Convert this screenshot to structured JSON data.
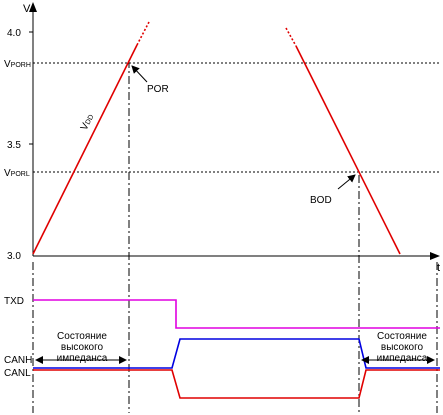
{
  "axes": {
    "y_label": "V",
    "x_label": "t",
    "tick_40": "4.0",
    "tick_35": "3.5",
    "tick_30": "3.0",
    "porh_main": "V",
    "porh_sub": "PORH",
    "porl_main": "V",
    "porl_sub": "PORL"
  },
  "labels": {
    "vdd_main": "V",
    "vdd_sub": "DD",
    "por": "POR",
    "bod": "BOD",
    "txd": "TXD",
    "canh": "CANH",
    "canl": "CANL"
  },
  "hiz": {
    "line1": "Состояние",
    "line2": "высокого",
    "line3": "импеданса"
  },
  "colors": {
    "vdd": "#e00000",
    "txd": "#e000e0",
    "canh": "#0000e0",
    "canl": "#e00000"
  }
}
